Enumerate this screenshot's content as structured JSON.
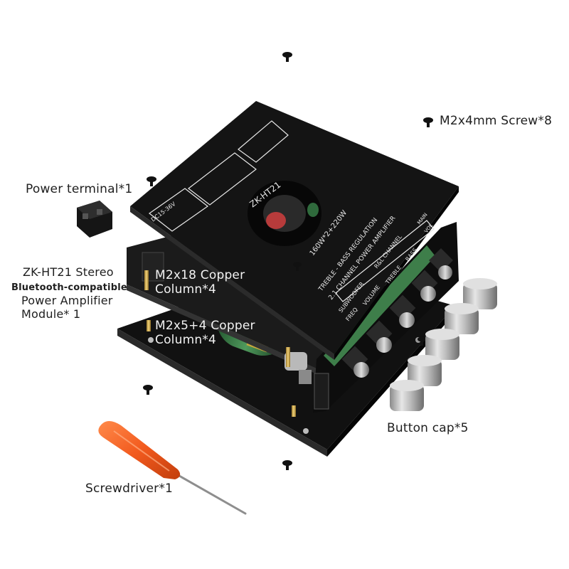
{
  "labels": {
    "screw": "M2x4mm Screw*8",
    "power_terminal": "Power terminal*1",
    "module_line1": "ZK-HT21 Stereo",
    "module_line2": "Bluetooth-compatible",
    "module_line3": "Power Amplifier",
    "module_line4": "Module* 1",
    "column18_line1": "M2x18 Copper",
    "column18_line2": "Column*4",
    "column54_line1": "M2x5+4 Copper",
    "column54_line2": "Column*4",
    "button_cap": "Button cap*5",
    "screwdriver": "Screwdriver*1"
  },
  "board": {
    "model": "ZK-HT21",
    "spec_line1": "160W*2+220W",
    "spec_line2": "TREBLE - BASS REGULATION",
    "spec_line3": "2.1 CHANNEL POWER AMPLIFIER",
    "input_label": "DC15-36V",
    "knob_group_left": "SUBWOOFER",
    "knob_group_right": "R&L CHANNEL",
    "knob_freq": "FREQ",
    "knob_volume": "VOLUME",
    "knob_treble": "TREBLE",
    "knob_bass": "BASS",
    "knob_main": "MAIN",
    "knob_vol": "VOL"
  },
  "colors": {
    "board_black": "#141414",
    "silk_white": "#e8e8e8",
    "capacitor_green": "#3f7a48",
    "screwdriver_orange": "#f25a1e",
    "knob_silver": "#c9c9c9"
  }
}
